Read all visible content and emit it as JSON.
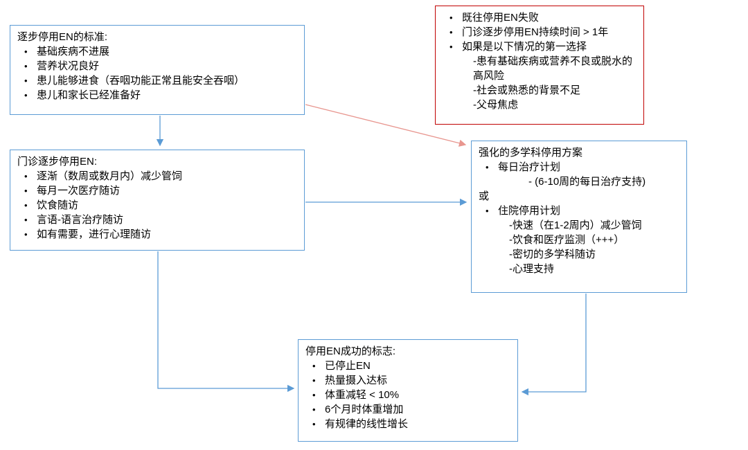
{
  "colors": {
    "box_blue": "#5B9BD5",
    "box_red": "#C00000",
    "arrow_blue": "#5B9BD5",
    "arrow_red": "#E8968F",
    "text": "#000000",
    "background": "#FFFFFF"
  },
  "boxes": {
    "criteria": {
      "title": "逐步停用EN的标准:",
      "lines": [
        {
          "b": true,
          "ind": 1,
          "t": "基础疾病不进展"
        },
        {
          "b": true,
          "ind": 1,
          "t": "营养状况良好"
        },
        {
          "b": true,
          "ind": 1,
          "t": "患儿能够进食（吞咽功能正常且能安全吞咽）"
        },
        {
          "b": true,
          "ind": 1,
          "t": "患儿和家长已经准备好"
        }
      ]
    },
    "risk_flags": {
      "lines": [
        {
          "b": true,
          "ind": 1,
          "t": "既往停用EN失败"
        },
        {
          "b": true,
          "ind": 1,
          "t": "门诊逐步停用EN持续时间 > 1年"
        },
        {
          "b": true,
          "ind": 1,
          "t": "如果是以下情况的第一选择"
        },
        {
          "b": false,
          "ind": 2,
          "t": "-患有基础疾病或营养不良或脱水的高风险"
        },
        {
          "b": false,
          "ind": 2,
          "t": "-社会或熟悉的背景不足"
        },
        {
          "b": false,
          "ind": 2,
          "t": "-父母焦虑"
        }
      ]
    },
    "outpatient": {
      "title": "门诊逐步停用EN:",
      "lines": [
        {
          "b": true,
          "ind": 1,
          "t": "逐渐（数周或数月内）减少管饲"
        },
        {
          "b": true,
          "ind": 1,
          "t": "每月一次医疗随访"
        },
        {
          "b": true,
          "ind": 1,
          "t": "饮食随访"
        },
        {
          "b": true,
          "ind": 1,
          "t": "言语-语言治疗随访"
        },
        {
          "b": true,
          "ind": 1,
          "t": "如有需要，进行心理随访"
        }
      ]
    },
    "intensive": {
      "title": "强化的多学科停用方案",
      "lines": [
        {
          "b": true,
          "ind": 1,
          "t": "每日治疗计划"
        },
        {
          "b": false,
          "ind": 3,
          "t": "- (6-10周的每日治疗支持)"
        },
        {
          "b": false,
          "ind": 0,
          "t": "或"
        },
        {
          "b": true,
          "ind": 1,
          "t": "住院停用计划"
        },
        {
          "b": false,
          "ind": 2,
          "t": "-快速（在1-2周内）减少管饲"
        },
        {
          "b": false,
          "ind": 2,
          "t": "-饮食和医疗监测（+++）"
        },
        {
          "b": false,
          "ind": 2,
          "t": "-密切的多学科随访"
        },
        {
          "b": false,
          "ind": 2,
          "t": "-心理支持"
        }
      ]
    },
    "success": {
      "title": "停用EN成功的标志:",
      "lines": [
        {
          "b": true,
          "ind": 1,
          "t": "已停止EN"
        },
        {
          "b": true,
          "ind": 1,
          "t": "热量摄入达标"
        },
        {
          "b": true,
          "ind": 1,
          "t": "体重减轻 < 10%"
        },
        {
          "b": true,
          "ind": 1,
          "t": "6个月时体重增加"
        },
        {
          "b": true,
          "ind": 1,
          "t": "有规律的线性增长"
        }
      ]
    }
  }
}
